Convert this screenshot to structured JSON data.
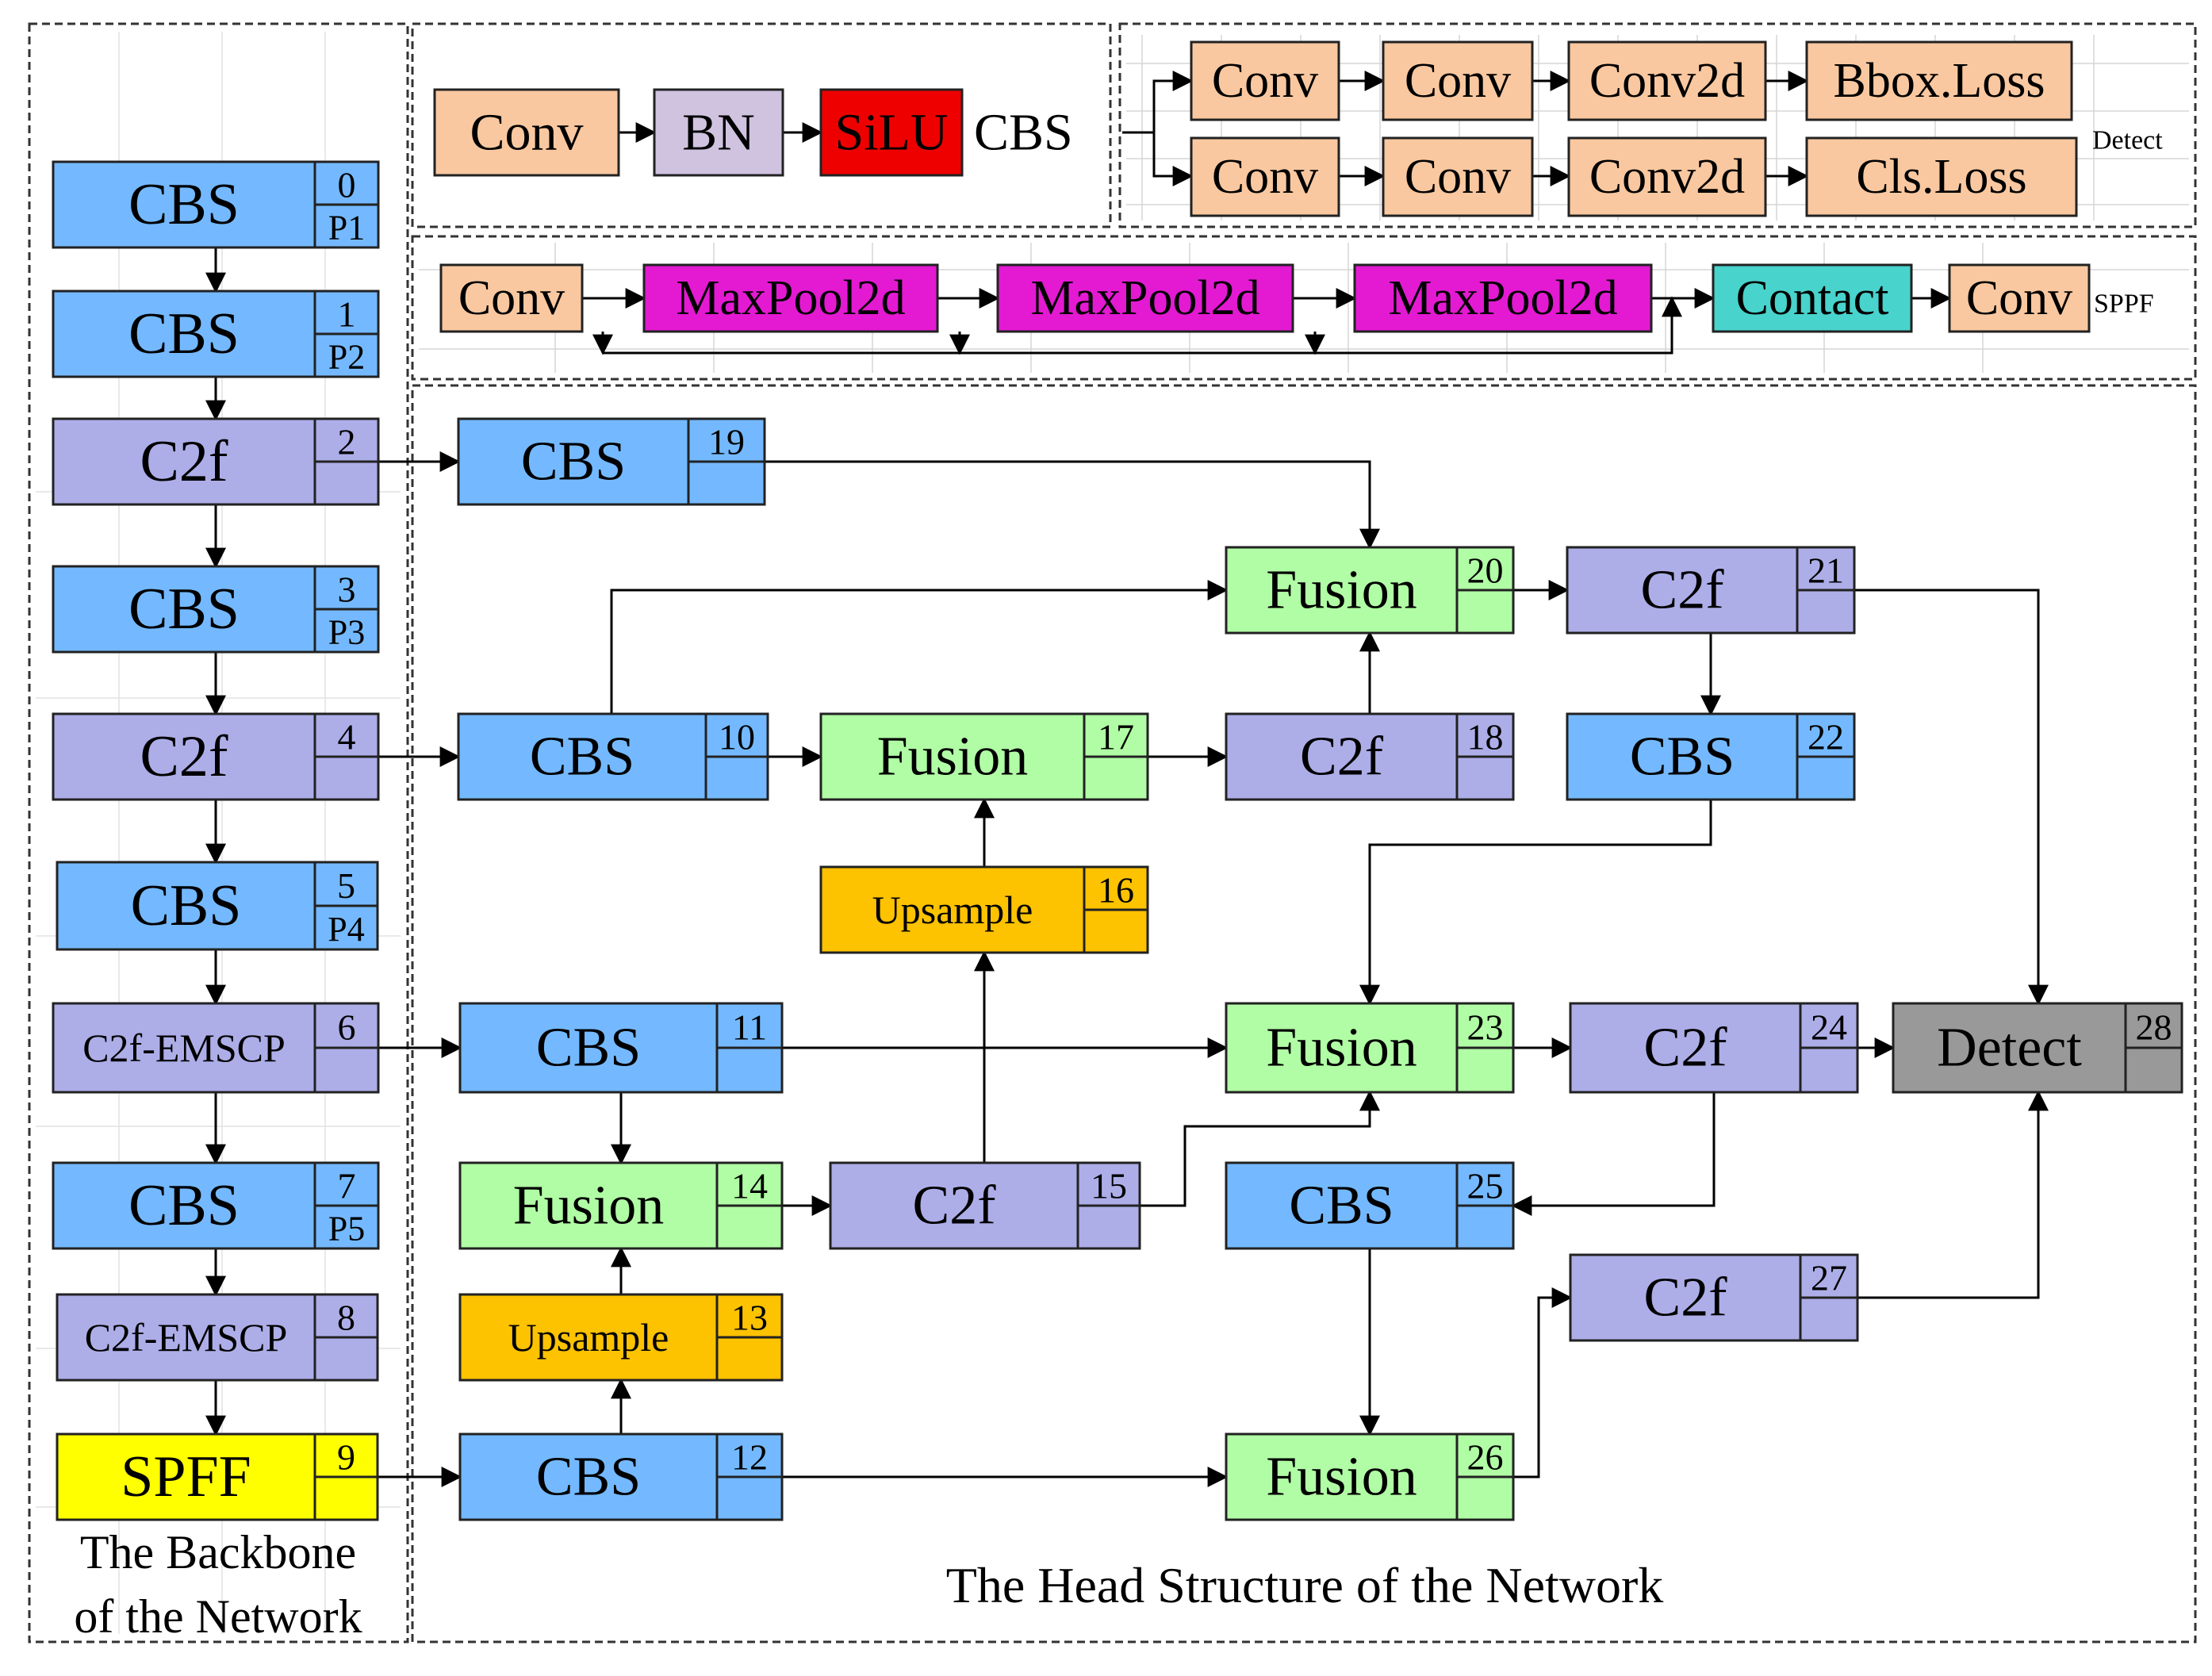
{
  "colors": {
    "cbs": "#74b9ff",
    "c2f": "#adaee8",
    "fusion": "#b1fda5",
    "upsample": "#fdc200",
    "spff": "#ffff00",
    "detect": "#999999",
    "conv": "#f9c8a0",
    "bn": "#cfc3e0",
    "silu": "#ee0000",
    "maxpool": "#e31ad2",
    "contact": "#48d3cc",
    "line": "#000000"
  },
  "captions": {
    "backbone_line1": "The Backbone",
    "backbone_line2": "of the Network",
    "head": "The Head Structure of the Network"
  },
  "legend_cbs": {
    "blocks": [
      "Conv",
      "BN",
      "SiLU"
    ],
    "name": "CBS"
  },
  "legend_detect": {
    "row1": [
      "Conv",
      "Conv",
      "Conv2d",
      "Bbox.Loss"
    ],
    "row2": [
      "Conv",
      "Conv",
      "Conv2d",
      "Cls.Loss"
    ],
    "name": "Detect"
  },
  "legend_sppf": {
    "blocks": [
      "Conv",
      "MaxPool2d",
      "MaxPool2d",
      "MaxPool2d",
      "Contact",
      "Conv"
    ],
    "name": "SPPF"
  },
  "backbone": [
    {
      "label": "CBS",
      "index": "0",
      "sub": "P1",
      "kind": "cbs"
    },
    {
      "label": "CBS",
      "index": "1",
      "sub": "P2",
      "kind": "cbs"
    },
    {
      "label": "C2f",
      "index": "2",
      "sub": "",
      "kind": "c2f"
    },
    {
      "label": "CBS",
      "index": "3",
      "sub": "P3",
      "kind": "cbs"
    },
    {
      "label": "C2f",
      "index": "4",
      "sub": "",
      "kind": "c2f"
    },
    {
      "label": "CBS",
      "index": "5",
      "sub": "P4",
      "kind": "cbs"
    },
    {
      "label": "C2f-EMSCP",
      "index": "6",
      "sub": "",
      "kind": "c2f"
    },
    {
      "label": "CBS",
      "index": "7",
      "sub": "P5",
      "kind": "cbs"
    },
    {
      "label": "C2f-EMSCP",
      "index": "8",
      "sub": "",
      "kind": "c2f"
    },
    {
      "label": "SPFF",
      "index": "9",
      "sub": "",
      "kind": "spff"
    }
  ],
  "head": [
    {
      "label": "CBS",
      "index": "10",
      "kind": "cbs"
    },
    {
      "label": "CBS",
      "index": "11",
      "kind": "cbs"
    },
    {
      "label": "CBS",
      "index": "12",
      "kind": "cbs"
    },
    {
      "label": "Upsample",
      "index": "13",
      "kind": "upsample"
    },
    {
      "label": "Fusion",
      "index": "14",
      "kind": "fusion"
    },
    {
      "label": "C2f",
      "index": "15",
      "kind": "c2f"
    },
    {
      "label": "Upsample",
      "index": "16",
      "kind": "upsample"
    },
    {
      "label": "Fusion",
      "index": "17",
      "kind": "fusion"
    },
    {
      "label": "C2f",
      "index": "18",
      "kind": "c2f"
    },
    {
      "label": "CBS",
      "index": "19",
      "kind": "cbs"
    },
    {
      "label": "Fusion",
      "index": "20",
      "kind": "fusion"
    },
    {
      "label": "C2f",
      "index": "21",
      "kind": "c2f"
    },
    {
      "label": "CBS",
      "index": "22",
      "kind": "cbs"
    },
    {
      "label": "Fusion",
      "index": "23",
      "kind": "fusion"
    },
    {
      "label": "C2f",
      "index": "24",
      "kind": "c2f"
    },
    {
      "label": "CBS",
      "index": "25",
      "kind": "cbs"
    },
    {
      "label": "Fusion",
      "index": "26",
      "kind": "fusion"
    },
    {
      "label": "C2f",
      "index": "27",
      "kind": "c2f"
    },
    {
      "label": "Detect",
      "index": "28",
      "kind": "detect"
    }
  ]
}
